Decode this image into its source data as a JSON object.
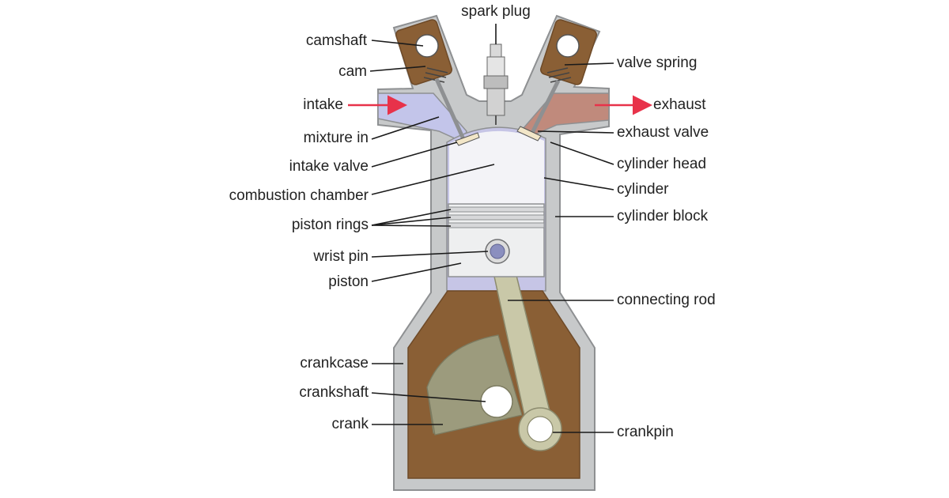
{
  "labels": {
    "spark_plug": "spark plug",
    "camshaft": "camshaft",
    "cam": "cam",
    "intake": "intake",
    "mixture_in": "mixture in",
    "intake_valve": "intake valve",
    "combustion_chamber": "combustion chamber",
    "piston_rings": "piston rings",
    "wrist_pin": "wrist pin",
    "piston": "piston",
    "crankcase": "crankcase",
    "crankshaft": "crankshaft",
    "crank": "crank",
    "valve_spring": "valve spring",
    "exhaust": "exhaust",
    "exhaust_valve": "exhaust valve",
    "cylinder_head": "cylinder head",
    "cylinder": "cylinder",
    "cylinder_block": "cylinder block",
    "connecting_rod": "connecting rod",
    "crankpin": "crankpin"
  },
  "colors": {
    "block_gray": "#c7c9ca",
    "oil_brown": "#8a5f35",
    "piston_light": "#eeeff0",
    "chamber_lavender": "#c6c5e6",
    "intake_port_blue": "#c3c5ea",
    "exhaust_port_pink": "#c08a7c",
    "crank_green": "#9c9b7d",
    "arrow_red": "#e8324a"
  }
}
